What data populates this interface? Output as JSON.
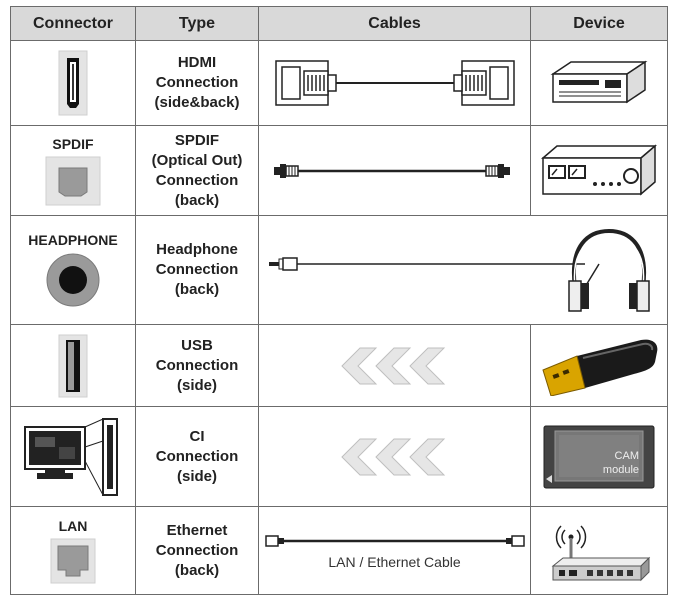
{
  "headers": {
    "connector": "Connector",
    "type": "Type",
    "cables": "Cables",
    "device": "Device"
  },
  "rows": [
    {
      "id": "hdmi",
      "connector_label": "",
      "type_lines": [
        "HDMI",
        "Connection",
        "(side&back)"
      ],
      "cable_caption": "",
      "connector_icon": "hdmi-port-icon",
      "cable_icon": "hdmi-cable-icon",
      "device_icon": "dvd-player-icon"
    },
    {
      "id": "spdif",
      "connector_label": "SPDIF",
      "type_lines": [
        "SPDIF",
        "(Optical Out)",
        "Connection",
        "(back)"
      ],
      "cable_caption": "",
      "connector_icon": "optical-port-icon",
      "cable_icon": "optical-cable-icon",
      "device_icon": "audio-amplifier-icon"
    },
    {
      "id": "headphone",
      "connector_label": "HEADPHONE",
      "type_lines": [
        "Headphone",
        "Connection",
        "(back)"
      ],
      "cable_caption": "",
      "connector_icon": "headphone-jack-icon",
      "cable_icon": "headphone-cable-icon",
      "device_icon": "headphones-icon"
    },
    {
      "id": "usb",
      "connector_label": "",
      "type_lines": [
        "USB",
        "Connection",
        "(side)"
      ],
      "cable_caption": "",
      "connector_icon": "usb-port-icon",
      "cable_icon": "insert-arrows-icon",
      "device_icon": "usb-stick-icon"
    },
    {
      "id": "ci",
      "connector_label": "",
      "type_lines": [
        "CI",
        "Connection",
        "(side)"
      ],
      "cable_caption": "",
      "connector_icon": "tv-ci-slot-icon",
      "cable_icon": "insert-arrows-icon",
      "device_icon": "cam-module-icon"
    },
    {
      "id": "lan",
      "connector_label": "LAN",
      "type_lines": [
        "Ethernet",
        "Connection",
        "(back)"
      ],
      "cable_caption": "LAN / Ethernet Cable",
      "connector_icon": "ethernet-port-icon",
      "cable_icon": "ethernet-cable-icon",
      "device_icon": "router-icon"
    }
  ],
  "cam_module": {
    "line1": "CAM",
    "line2": "module"
  },
  "colors": {
    "header_bg": "#d9d9d9",
    "border": "#6b6b6b",
    "icon_dark": "#222222",
    "icon_grey": "#9a9a9a",
    "arrow_fill": "#e6e6e6"
  }
}
